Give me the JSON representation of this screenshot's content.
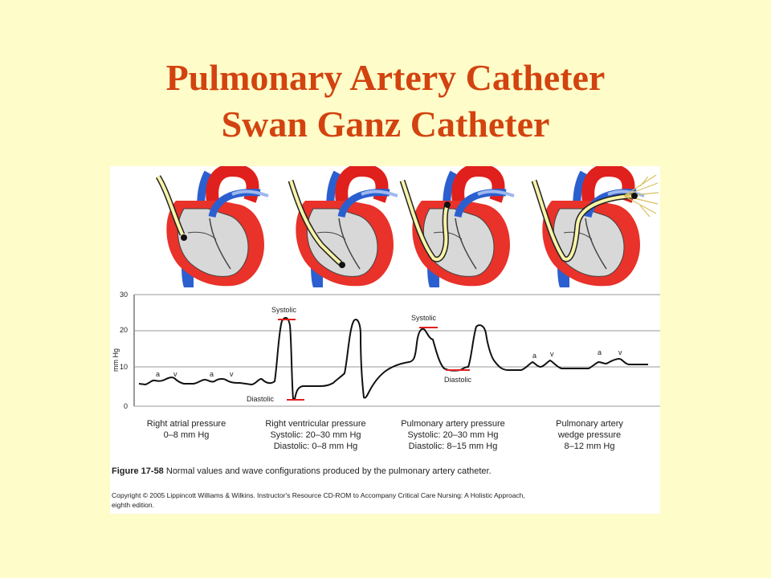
{
  "slide": {
    "title_line1": "Pulmonary Artery Catheter",
    "title_line2": "Swan Ganz Catheter",
    "title_color": "#d2430f",
    "background_color": "#fefcc8"
  },
  "heart_panels": [
    {
      "name": "Catheter tip in right atrium"
    },
    {
      "name": "Catheter tip in right ventricle"
    },
    {
      "name": "Catheter tip in pulmonary artery"
    },
    {
      "name": "Catheter tip wedged in pulmonary artery branch"
    }
  ],
  "graph": {
    "y_axis_label": "mm Hg",
    "y_ticks": [
      "30",
      "20",
      "10",
      "0"
    ],
    "wave_labels": {
      "a1": "a",
      "v1": "v",
      "a2": "a",
      "v2": "v",
      "systolic_rv": "Systolic",
      "diastolic_rv": "Diastolic",
      "systolic_pa": "Systolic",
      "diastolic_pa": "Diastolic",
      "a3": "a",
      "v3": "v",
      "a4": "a",
      "v4": "v"
    },
    "marker_color": "#e02020"
  },
  "pressures": [
    {
      "title": "Right atrial pressure",
      "line1": "0–8 mm Hg",
      "line2": ""
    },
    {
      "title": "Right ventricular pressure",
      "line1": "Systolic: 20–30 mm Hg",
      "line2": "Diastolic: 0–8 mm Hg"
    },
    {
      "title": "Pulmonary artery pressure",
      "line1": "Systolic: 20–30 mm Hg",
      "line2": "Diastolic: 8–15 mm Hg"
    },
    {
      "title": "Pulmonary artery",
      "line1": "wedge pressure",
      "line2": "8–12 mm Hg"
    }
  ],
  "caption": {
    "figure_label": "Figure 17-58",
    "text": "Normal values and wave configurations produced by the pulmonary artery catheter."
  },
  "copyright": {
    "line1": "Copyright © 2005 Lippincott Williams & Wilkins.  Instructor's Resource CD-ROM to Accompany Critical Care Nursing: A Holistic Approach,",
    "line2": "eighth edition."
  }
}
